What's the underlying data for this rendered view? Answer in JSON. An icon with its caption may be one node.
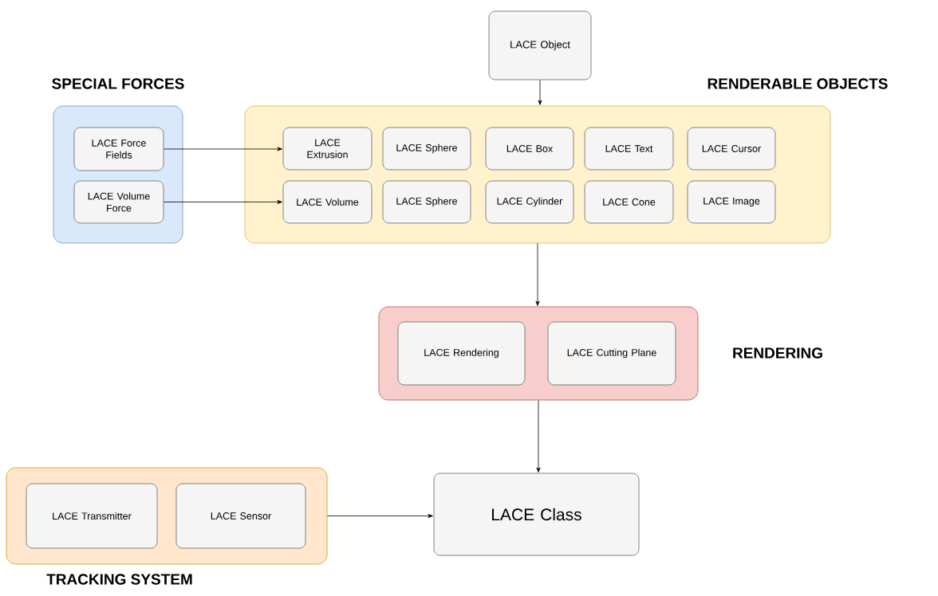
{
  "diagram": {
    "nodes": [
      {
        "text": [
          "LACE Object"
        ]
      },
      {
        "text": [
          "SPECIAL FORCES"
        ]
      },
      {
        "text": [
          "LACE Force Fields"
        ],
        "in": 1
      },
      {
        "text": [
          "LACE Volume Force"
        ],
        "in": 1
      },
      {
        "text": [
          "RENDERABLE OBJECTS"
        ]
      },
      {
        "text": [
          "LACE Extrusion"
        ],
        "in": 4
      },
      {
        "text": [
          "LACE Sphere"
        ],
        "in": 4
      },
      {
        "text": [
          "LACE Box"
        ],
        "in": 4
      },
      {
        "text": [
          "LACE Text"
        ],
        "in": 4
      },
      {
        "text": [
          "LACE Cursor"
        ],
        "in": 4
      },
      {
        "text": [
          "LACE Volume"
        ],
        "in": 4
      },
      {
        "text": [
          "LACE Sphere"
        ],
        "in": 4
      },
      {
        "text": [
          "LACE Cylinder"
        ],
        "in": 4
      },
      {
        "text": [
          "LACE Cone"
        ],
        "in": 4
      },
      {
        "text": [
          "LACE Image"
        ],
        "in": 4
      },
      {
        "text": [
          "RENDERING"
        ]
      },
      {
        "text": [
          "LACE Rendering"
        ],
        "in": 15
      },
      {
        "text": [
          "LACE Cutting Plane"
        ],
        "in": 15
      },
      {
        "text": [
          "TRACKING SYSTEM"
        ]
      },
      {
        "text": [
          "LACE Transmitter"
        ],
        "in": 18
      },
      {
        "text": [
          "LACE Sensor"
        ],
        "in": 18
      },
      {
        "text": [
          "LACE Class"
        ]
      }
    ],
    "edges": [
      {
        "from": 0,
        "to": 4,
        "arrow": "to"
      },
      {
        "from": 2,
        "to": 5,
        "arrow": "to"
      },
      {
        "from": 3,
        "to": 10,
        "arrow": "to"
      },
      {
        "from": 4,
        "to": 15,
        "arrow": "to"
      },
      {
        "from": 15,
        "to": 21,
        "arrow": "to"
      },
      {
        "from": 18,
        "to": 21,
        "arrow": "to"
      }
    ]
  }
}
